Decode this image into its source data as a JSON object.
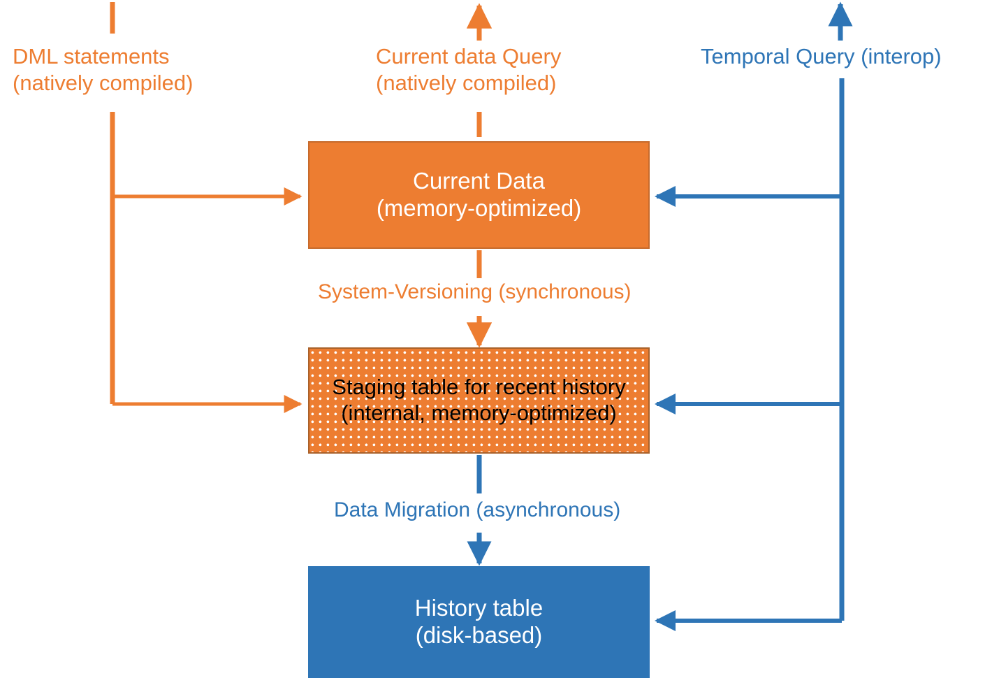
{
  "diagram": {
    "title": "SQL Server temporal memory-optimized table architecture",
    "colors": {
      "orange": "#ED7D31",
      "blue": "#2E75B6",
      "staging_dot": "#FFFFFF",
      "background": "#FFFFFF"
    },
    "nodes": [
      {
        "id": "current-data",
        "label": "Current Data\n(memory-optimized)",
        "fill": "#ED7D31",
        "text_color": "#FFFFFF",
        "pattern": "solid"
      },
      {
        "id": "staging-table",
        "label": "Staging table for recent history\n(internal, memory-optimized)",
        "fill": "#ED7D31",
        "text_color": "#000000",
        "pattern": "white-dotted"
      },
      {
        "id": "history-table",
        "label": "History table\n(disk-based)",
        "fill": "#2E75B6",
        "text_color": "#FFFFFF",
        "pattern": "solid"
      }
    ],
    "labels": [
      {
        "id": "dml-statements",
        "text": "DML statements\n(natively compiled)",
        "color": "#ED7D31"
      },
      {
        "id": "current-data-query",
        "text": "Current data Query\n(natively compiled)",
        "color": "#ED7D31"
      },
      {
        "id": "temporal-query",
        "text": "Temporal Query (interop)",
        "color": "#2E75B6"
      },
      {
        "id": "system-versioning",
        "text": "System-Versioning (synchronous)",
        "color": "#ED7D31"
      },
      {
        "id": "data-migration",
        "text": "Data  Migration (asynchronous)",
        "color": "#2E75B6"
      }
    ],
    "connectors": [
      {
        "id": "dml-to-current",
        "color": "#ED7D31",
        "direction": "right",
        "from": "DML statements",
        "to": "Current Data"
      },
      {
        "id": "dml-to-staging",
        "color": "#ED7D31",
        "direction": "right",
        "from": "DML statements",
        "to": "Staging table"
      },
      {
        "id": "current-query-out",
        "color": "#ED7D31",
        "direction": "up",
        "from": "Current Data",
        "to": "Current data Query"
      },
      {
        "id": "current-to-staging",
        "color": "#ED7D31",
        "direction": "down",
        "from": "Current Data",
        "to": "Staging table"
      },
      {
        "id": "staging-to-history",
        "color": "#2E75B6",
        "direction": "down",
        "from": "Staging table",
        "to": "History table"
      },
      {
        "id": "temporal-to-current",
        "color": "#2E75B6",
        "direction": "left",
        "from": "Temporal Query",
        "to": "Current Data"
      },
      {
        "id": "temporal-to-staging",
        "color": "#2E75B6",
        "direction": "left",
        "from": "Temporal Query",
        "to": "Staging table"
      },
      {
        "id": "temporal-to-history",
        "color": "#2E75B6",
        "direction": "left",
        "from": "Temporal Query",
        "to": "History table"
      },
      {
        "id": "temporal-query-out",
        "color": "#2E75B6",
        "direction": "up",
        "from": "Temporal Query trunk",
        "to": "Temporal Query (interop)"
      }
    ]
  }
}
